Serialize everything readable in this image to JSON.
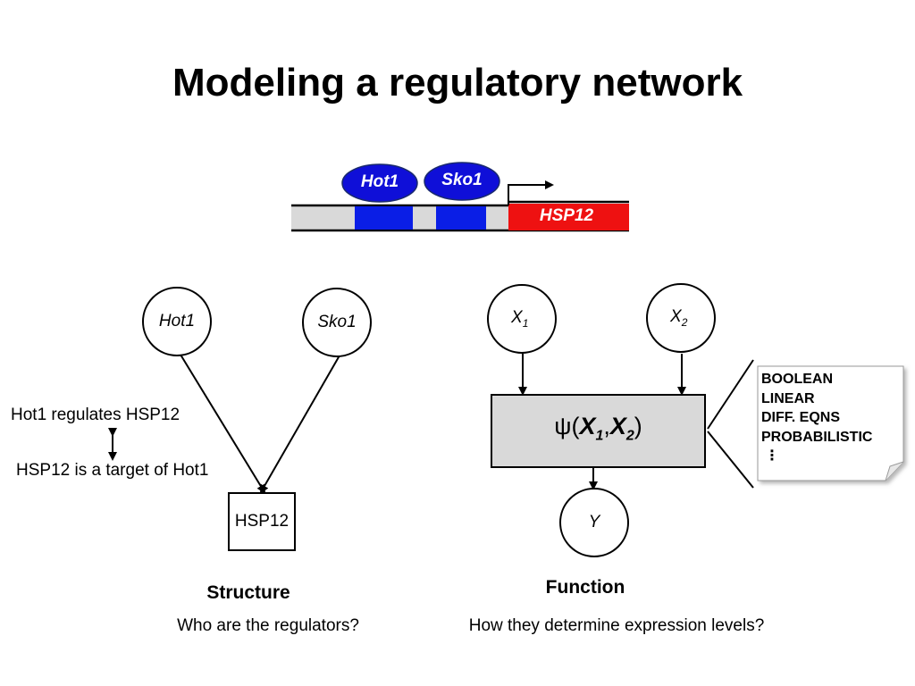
{
  "title": "Modeling a regulatory network",
  "gene_diagram": {
    "tf1": "Hot1",
    "tf2": "Sko1",
    "gene": "HSP12"
  },
  "structure": {
    "node1": "Hot1",
    "node2": "Sko1",
    "target": "HSP12",
    "relation_text1": "Hot1 regulates HSP12",
    "relation_text2": "HSP12 is a target of Hot1",
    "heading": "Structure",
    "question": "Who are the regulators?"
  },
  "function": {
    "input1_base": "X",
    "input1_sub": "1",
    "input2_base": "X",
    "input2_sub": "2",
    "psi": "ψ",
    "output": "Y",
    "heading": "Function",
    "question": "How they determine expression levels?"
  },
  "model_types": [
    "BOOLEAN",
    "LINEAR",
    "DIFF. EQNS",
    "PROBABILISTIC",
    "⋮"
  ],
  "colors": {
    "tf_fill": "#0f0fd8",
    "site_fill": "#0a1ee6",
    "gene_fill": "#ee1111",
    "dna_fill": "#d9d9d9",
    "function_box_fill": "#d9d9d9"
  }
}
